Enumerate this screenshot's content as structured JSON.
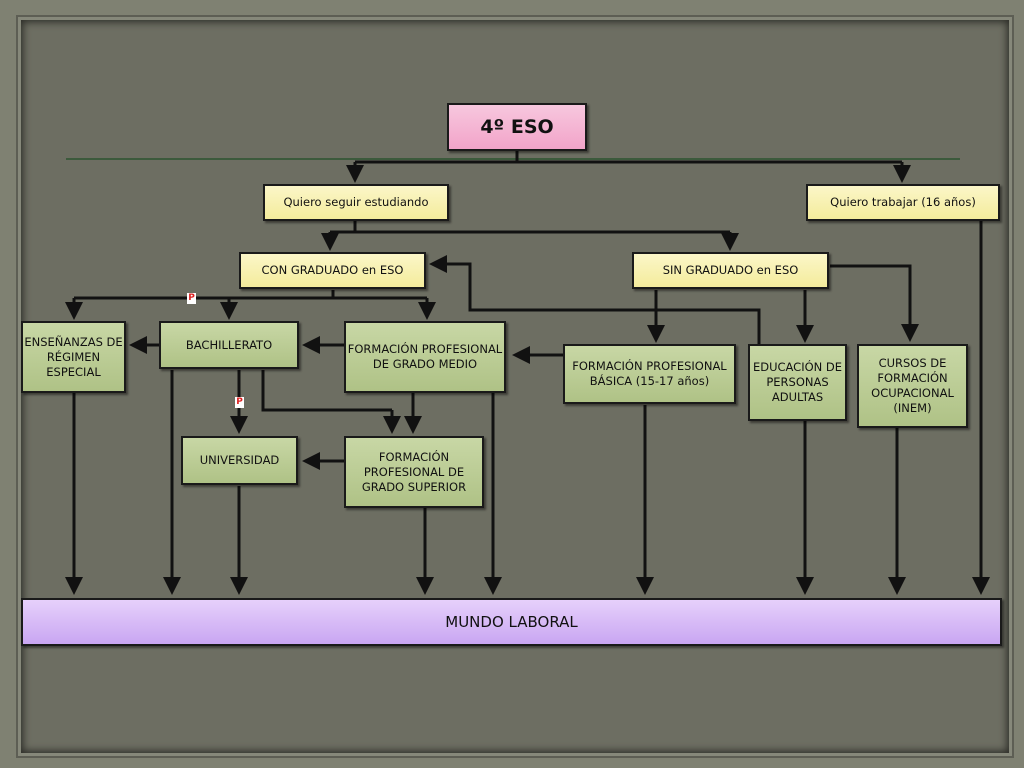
{
  "diagram": {
    "title": "4º ESO",
    "options": {
      "study": "Quiero seguir estudiando",
      "work": "Quiero trabajar (16 años)"
    },
    "with_degree": "CON GRADUADO en ESO",
    "without_degree": "SIN GRADUADO en ESO",
    "special_regime": "ENSEÑANZAS DE RÉGIMEN ESPECIAL",
    "bachillerato": "BACHILLERATO",
    "fp_middle": "FORMACIÓN PROFESIONAL DE GRADO MEDIO",
    "fp_basic": "FORMACIÓN PROFESIONAL BÁSICA (15-17 años)",
    "adult_education": "EDUCACIÓN DE PERSONAS ADULTAS",
    "occupational": "CURSOS DE FORMACIÓN OCUPACIONAL (INEM)",
    "university": "UNIVERSIDAD",
    "fp_higher": "FORMACIÓN PROFESIONAL DE GRADO SUPERIOR",
    "labor_world": "MUNDO LABORAL",
    "test_mark": "P"
  },
  "colors": {
    "background": "#6d6e62",
    "title_fill": "#f2a4c9",
    "option_fill": "#f4ec9c",
    "study_fill": "#afc286",
    "labor_fill": "#c9a6f2"
  }
}
